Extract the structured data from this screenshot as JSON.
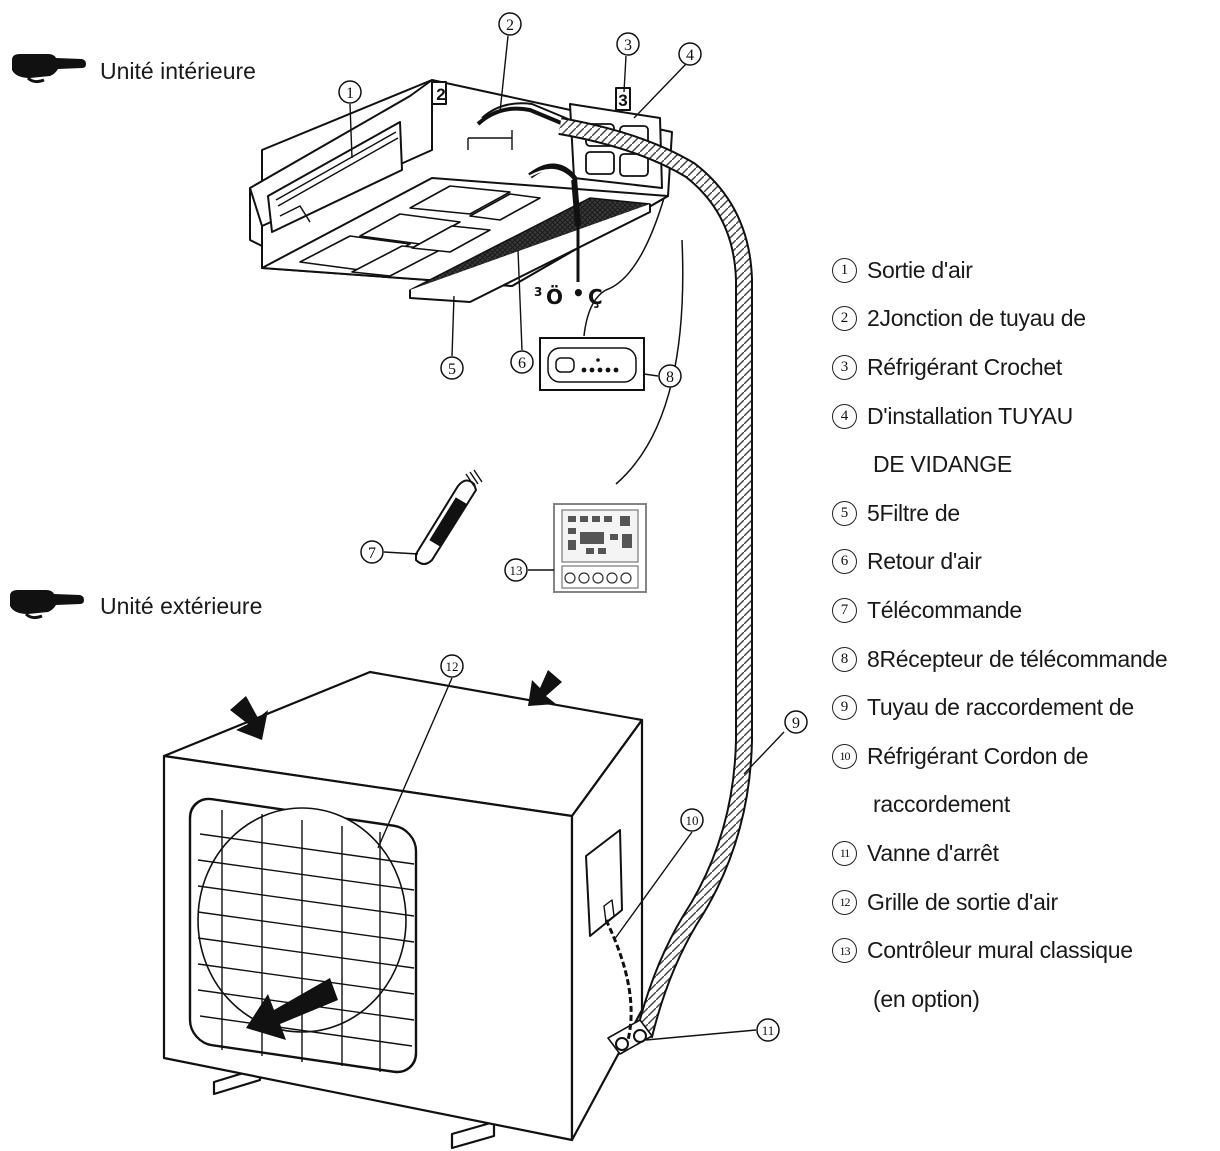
{
  "sections": {
    "indoor": "Unité intérieure",
    "outdoor": "Unité extérieure"
  },
  "symbols": {
    "tag_2": "2",
    "tag_3": "3",
    "super": "3",
    "o_umlaut": "Ö",
    "bullet": "•",
    "c_cedilla": "Ç"
  },
  "callouts": [
    "1",
    "2",
    "3",
    "4",
    "5",
    "6",
    "7",
    "8",
    "9",
    "10",
    "11",
    "12",
    "13"
  ],
  "legend": [
    {
      "num": "1",
      "text": "Sortie d'air"
    },
    {
      "num": "2",
      "text": "2Jonction de tuyau de"
    },
    {
      "num": "3",
      "text": "Réfrigérant Crochet"
    },
    {
      "num": "4",
      "text": "D'installation TUYAU"
    },
    {
      "num": "",
      "text": "DE VIDANGE"
    },
    {
      "num": "5",
      "text": "5Filtre de"
    },
    {
      "num": "6",
      "text": "Retour d'air"
    },
    {
      "num": "7",
      "text": "Télécommande"
    },
    {
      "num": "8",
      "text": "8Récepteur de télécommande"
    },
    {
      "num": "9",
      "text": "Tuyau de raccordement de"
    },
    {
      "num": "10",
      "text": "Réfrigérant Cordon de"
    },
    {
      "num": "",
      "text": "raccordement"
    },
    {
      "num": "11",
      "text": "Vanne d'arrêt"
    },
    {
      "num": "12",
      "text": "Grille de sortie d'air"
    },
    {
      "num": "13",
      "text": "Contrôleur mural classique"
    },
    {
      "num": "",
      "text": "(en option)"
    }
  ]
}
